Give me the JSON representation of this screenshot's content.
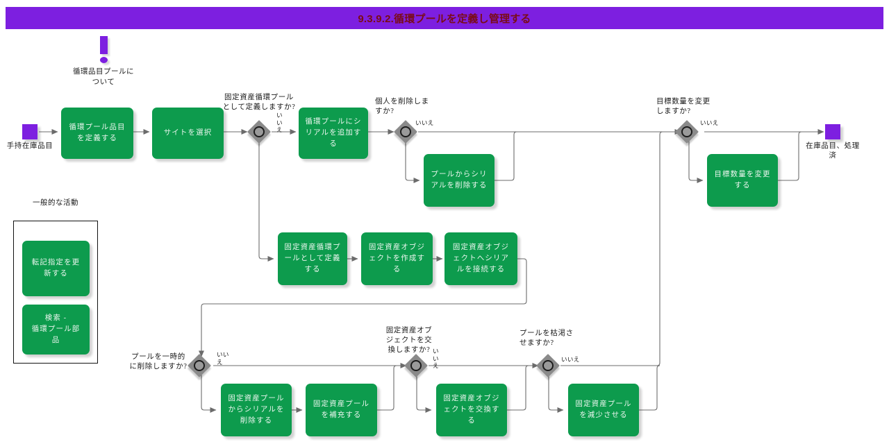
{
  "title": "9.3.9.2.循環プールを定義し管理する",
  "colors": {
    "title_bar": "#7d1fe0",
    "title_text": "#7a0b16",
    "process": "#0d9b4d",
    "decision": "#8a8a8a",
    "terminator": "#7d1fe0",
    "connector": "#6b6b6b",
    "note": "#7d1fe0"
  },
  "note": {
    "icon": "exclamation-icon",
    "caption": "循環品目プールについて"
  },
  "terminators": [
    {
      "id": "start",
      "label": "手持在庫品目"
    },
    {
      "id": "end",
      "label": "在庫品目、処理済"
    }
  ],
  "legend": {
    "title": "一般的な活動",
    "items": [
      {
        "label": "転記指定を更新する"
      },
      {
        "label": "検索 -\n循環プール部品"
      }
    ]
  },
  "processes": [
    {
      "id": "p1",
      "label": "循環プール品目を定義する"
    },
    {
      "id": "p2",
      "label": "サイトを選択"
    },
    {
      "id": "p3",
      "label": "循環プールにシリアルを追加する"
    },
    {
      "id": "p4",
      "label": "プールからシリアルを削除する"
    },
    {
      "id": "p5",
      "label": "目標数量を変更する"
    },
    {
      "id": "p6",
      "label": "固定資産循環プールとして定義する"
    },
    {
      "id": "p7",
      "label": "固定資産オブジェクトを作成する"
    },
    {
      "id": "p8",
      "label": "固定資産オブジェクトへシリアルを接続する"
    },
    {
      "id": "p9",
      "label": "固定資産プールからシリアルを削除する"
    },
    {
      "id": "p10",
      "label": "固定資産プールを補充する"
    },
    {
      "id": "p11",
      "label": "固定資産オブジェクトを交換する"
    },
    {
      "id": "p12",
      "label": "固定資産プールを減少させる"
    }
  ],
  "decisions": [
    {
      "id": "d1",
      "question": "固定資産循環プールとして定義しますか?",
      "no_label": "いいえ"
    },
    {
      "id": "d2",
      "question": "個人を削除しますか?",
      "no_label": "いいえ"
    },
    {
      "id": "d3",
      "question": "目標数量を変更しますか?",
      "no_label": "いいえ"
    },
    {
      "id": "d4",
      "question": "プールを一時的に削除しますか?",
      "no_label": "いいえ"
    },
    {
      "id": "d5",
      "question": "固定資産オブジェクトを交換しますか?",
      "no_label": "いいえ"
    },
    {
      "id": "d6",
      "question": "プールを枯渇させますか?",
      "no_label": "いいえ"
    }
  ]
}
